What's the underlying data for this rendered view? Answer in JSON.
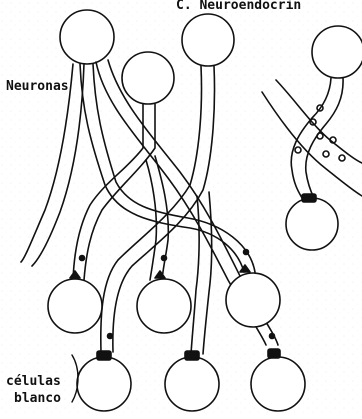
{
  "labels": {
    "header": "C. Neuroendocrin",
    "neurons": "Neuronas",
    "target_line1": "células",
    "target_line2": "blanco"
  },
  "colors": {
    "ink": "#111111",
    "paper": "#ffffff",
    "speckle": "#d9d9d9"
  },
  "icons": {
    "neuron_body": "circle",
    "synaptic_terminal": "filled-dot",
    "secretory_vesicle": "small-open-circle"
  }
}
